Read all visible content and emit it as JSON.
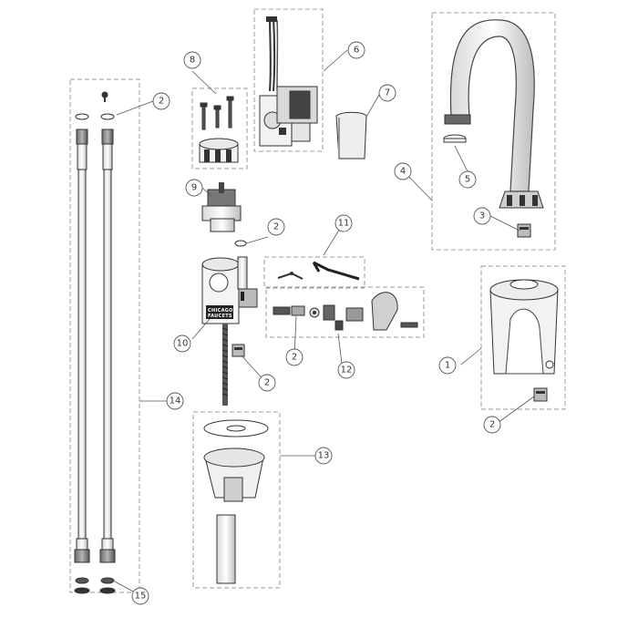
{
  "diagram": {
    "callouts": [
      {
        "id": "c1",
        "label": "1"
      },
      {
        "id": "c2a",
        "label": "2"
      },
      {
        "id": "c2b",
        "label": "2"
      },
      {
        "id": "c2c",
        "label": "2"
      },
      {
        "id": "c2d",
        "label": "2"
      },
      {
        "id": "c2e",
        "label": "2"
      },
      {
        "id": "c3",
        "label": "3"
      },
      {
        "id": "c4",
        "label": "4"
      },
      {
        "id": "c5",
        "label": "5"
      },
      {
        "id": "c6",
        "label": "6"
      },
      {
        "id": "c7",
        "label": "7"
      },
      {
        "id": "c8",
        "label": "8"
      },
      {
        "id": "c9",
        "label": "9"
      },
      {
        "id": "c10",
        "label": "10"
      },
      {
        "id": "c11",
        "label": "11"
      },
      {
        "id": "c12",
        "label": "12"
      },
      {
        "id": "c13",
        "label": "13"
      },
      {
        "id": "c14",
        "label": "14"
      },
      {
        "id": "c15",
        "label": "15"
      }
    ],
    "logo_line1": "CHICAGO",
    "logo_line2": "FAUCETS"
  }
}
